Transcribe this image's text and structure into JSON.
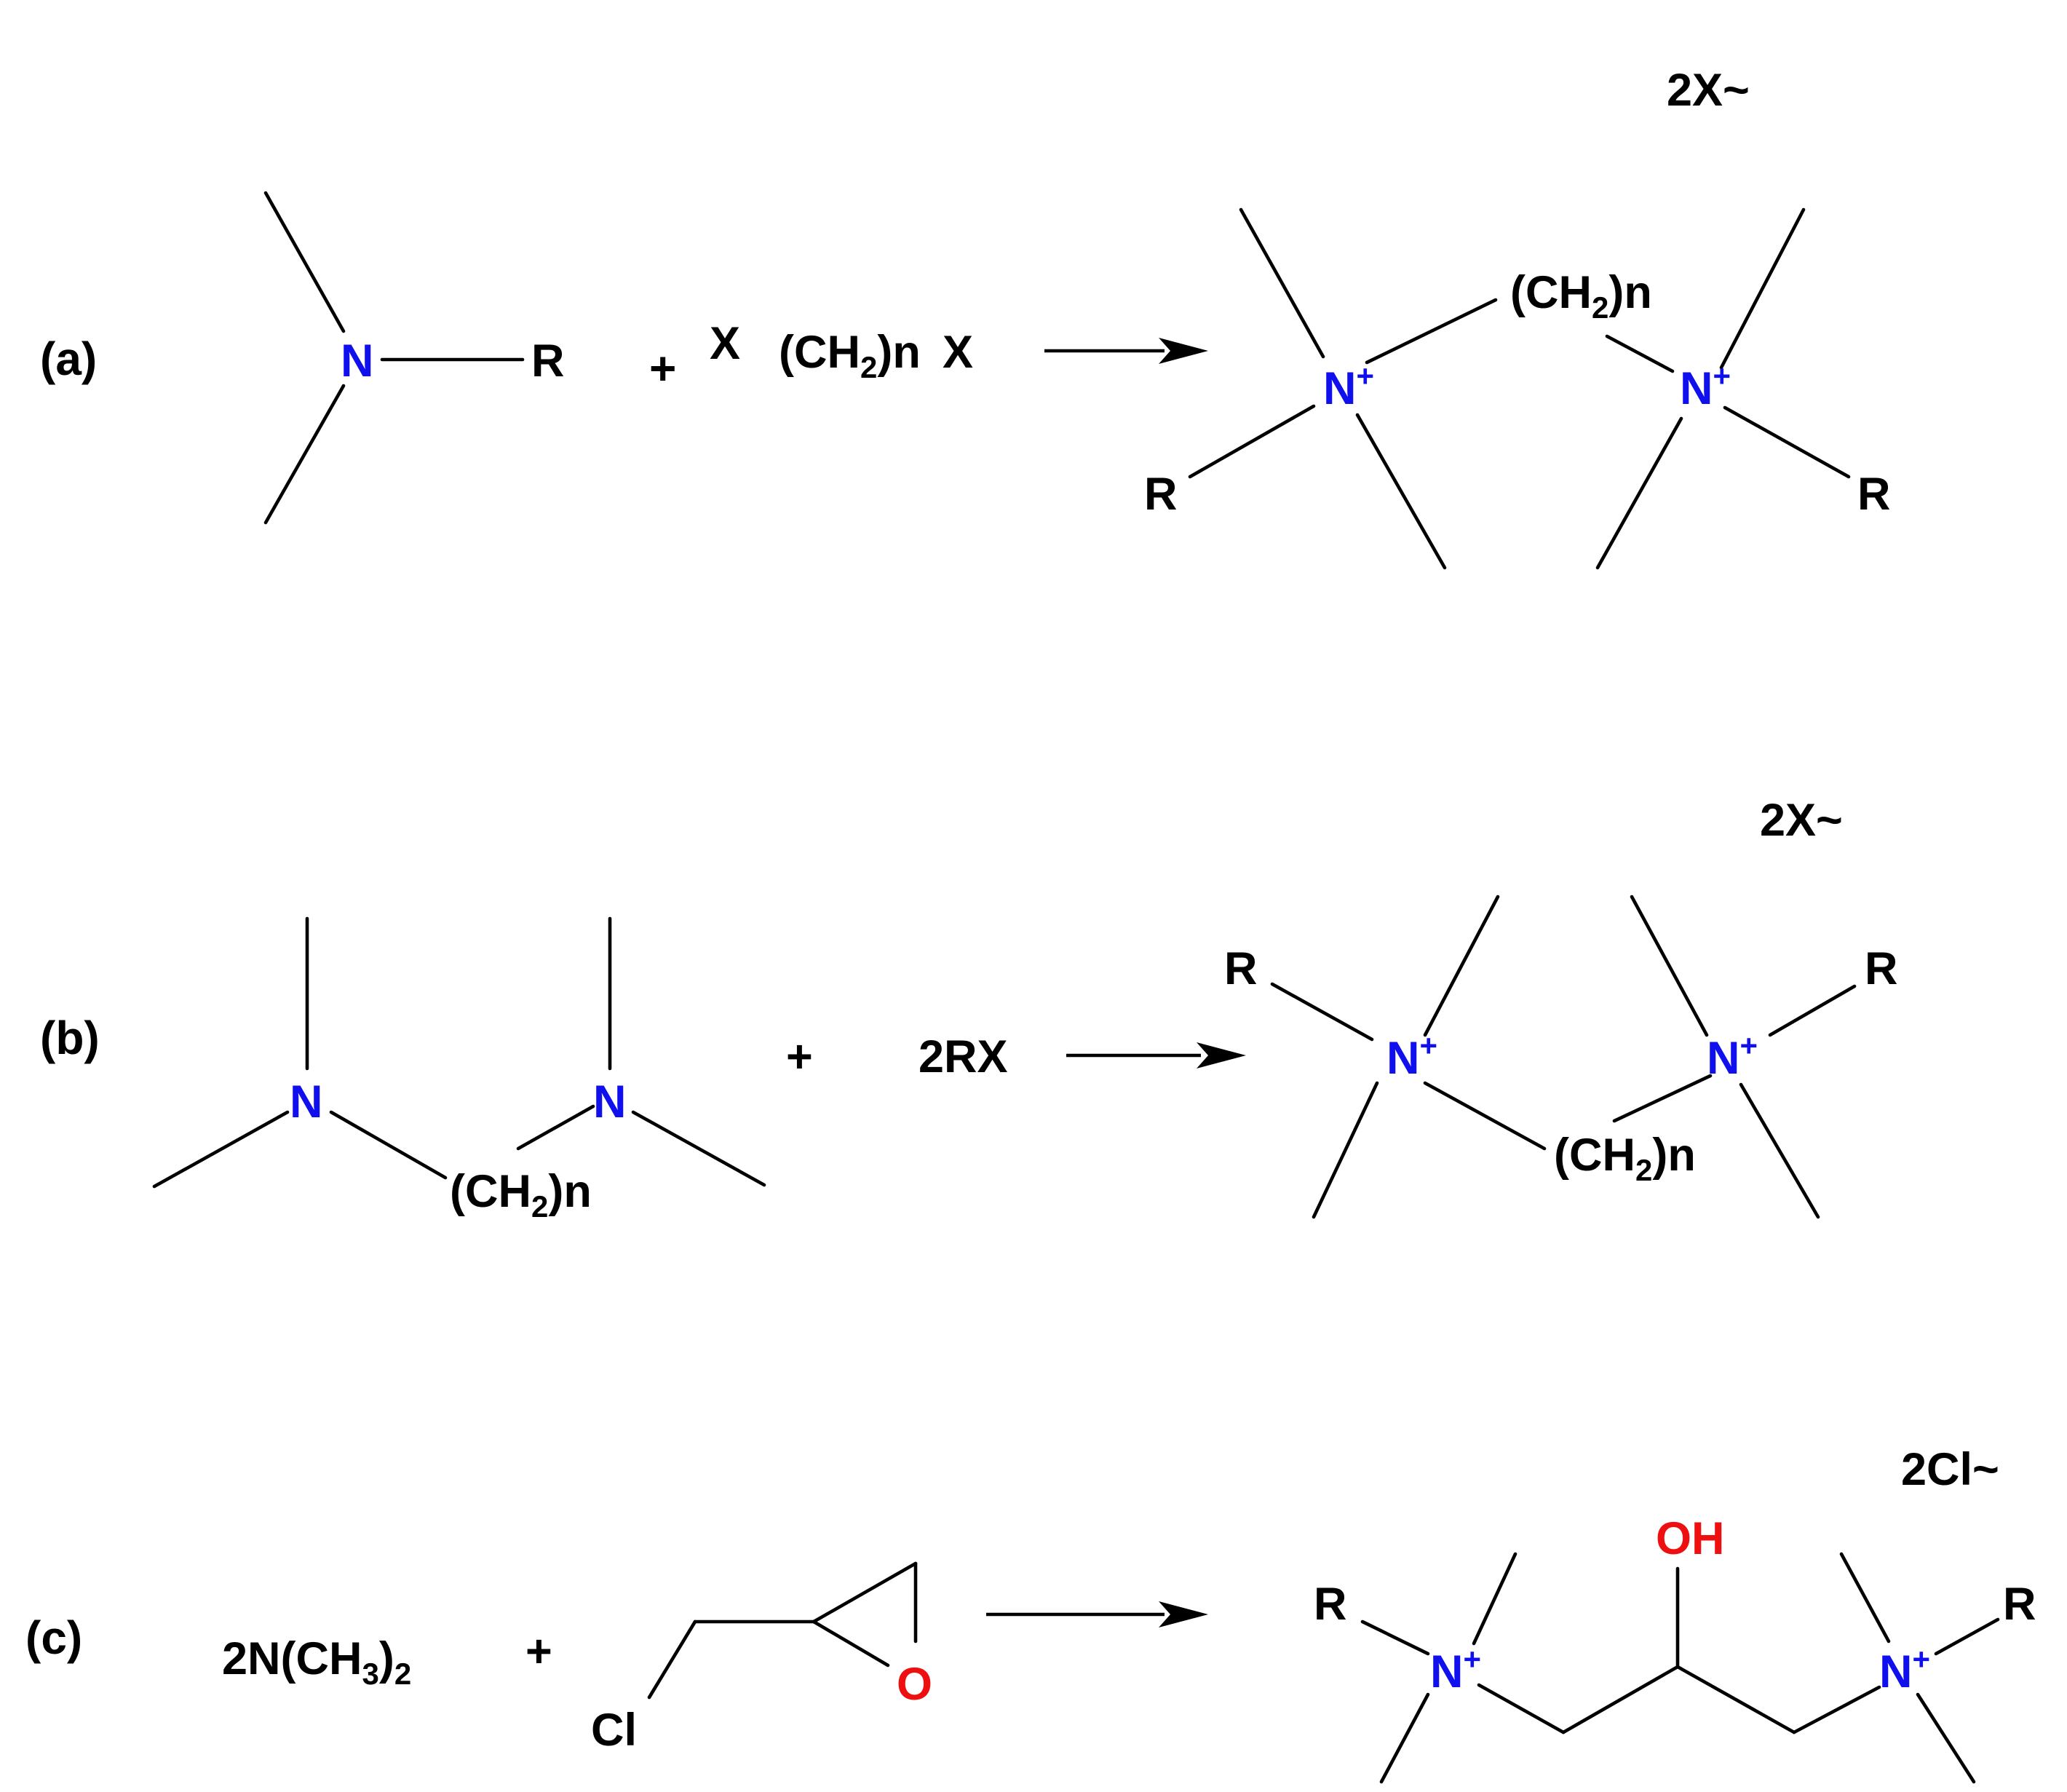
{
  "reactions": {
    "a": {
      "label": "(a)",
      "reactant_amine": {
        "n": "N",
        "r": "R"
      },
      "plus": "+",
      "reagent": {
        "x_left": "X",
        "open": "(CH",
        "sub": "2",
        "close": ")n",
        "x_right": "X"
      },
      "product": {
        "counterion": "2X~",
        "spacer": {
          "open": "(CH",
          "sub": "2",
          "close": ")n"
        },
        "n_left": "N",
        "n_left_charge": "+",
        "n_right": "N",
        "n_right_charge": "+",
        "r_left": "R",
        "r_right": "R"
      }
    },
    "b": {
      "label": "(b)",
      "reactant": {
        "n_left": "N",
        "n_right": "N",
        "spacer": {
          "open": "(CH",
          "sub": "2",
          "close": ")n"
        }
      },
      "plus": "+",
      "reagent": "2RX",
      "product": {
        "counterion": "2X~",
        "r_left": "R",
        "r_right": "R",
        "n_left": "N",
        "n_left_charge": "+",
        "n_right": "N",
        "n_right_charge": "+",
        "spacer": {
          "open": "(CH",
          "sub": "2",
          "close": ")n"
        }
      }
    },
    "c": {
      "label": "(c)",
      "reactant_amine": {
        "open": "2N(CH",
        "sub": "3",
        "close": ")",
        "sub2": "2"
      },
      "plus": "+",
      "epichlorohydrin": {
        "cl": "Cl",
        "o": "O"
      },
      "product": {
        "counterion": "2Cl~",
        "oh": "OH",
        "r_left": "R",
        "r_right": "R",
        "n_left": "N",
        "n_left_charge": "+",
        "n_right": "N",
        "n_right_charge": "+"
      }
    }
  },
  "colors": {
    "nitrogen": "#1010ee",
    "oxygen": "#ee1010",
    "bond": "#000000"
  }
}
